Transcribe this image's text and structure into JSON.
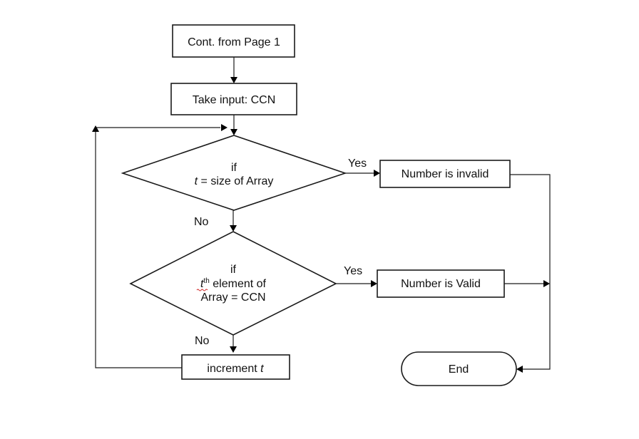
{
  "nodes": {
    "start": "Cont. from Page 1",
    "input": "Take input: CCN",
    "decision1": {
      "line1": "if",
      "var": "t",
      "line2_rest": " = size of Array"
    },
    "decision2": {
      "line1": "if",
      "var": "t",
      "sup": "th",
      "line2_rest": " element of",
      "line3": "Array = CCN"
    },
    "invalid": "Number is invalid",
    "valid": "Number is Valid",
    "increment": {
      "prefix": "increment ",
      "var": "t"
    },
    "end": "End"
  },
  "edge_labels": {
    "yes1": "Yes",
    "no1": "No",
    "yes2": "Yes",
    "no2": "No"
  }
}
